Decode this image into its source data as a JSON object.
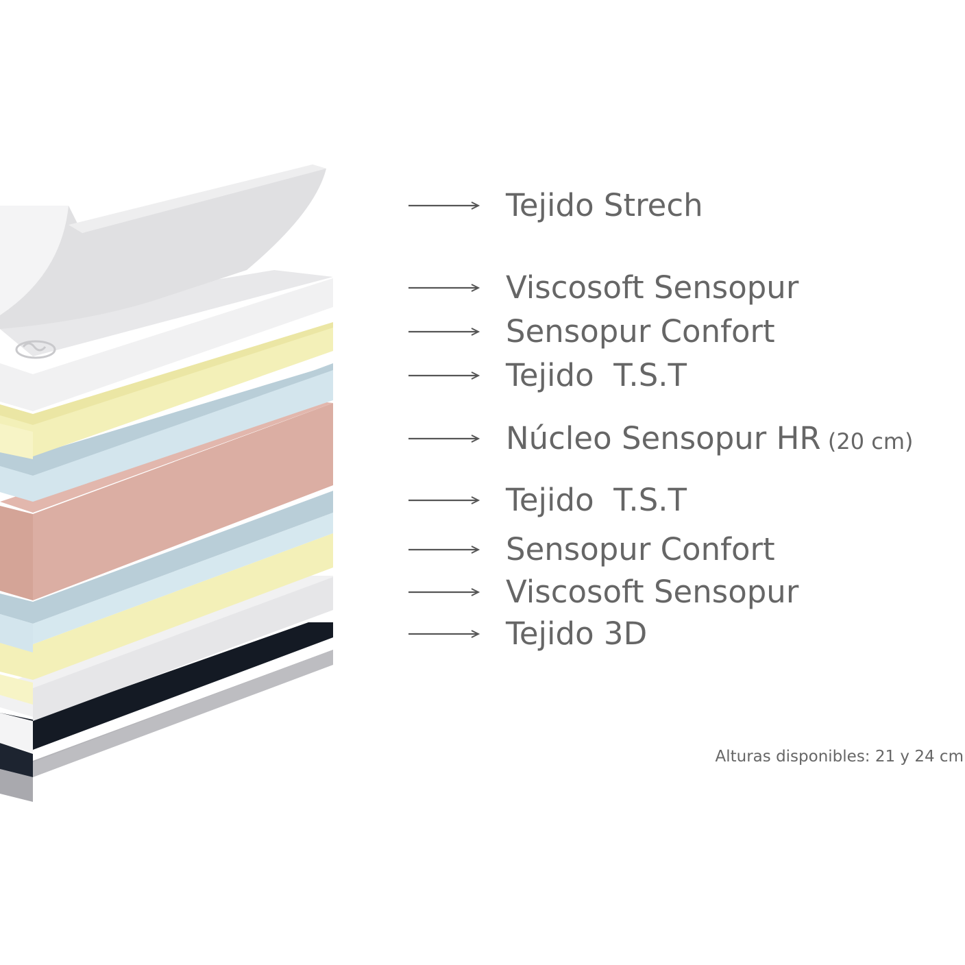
{
  "layers": [
    {
      "label": "Tejido Strech",
      "note": ""
    },
    {
      "label": "Viscosoft Sensopur",
      "note": ""
    },
    {
      "label": "Sensopur Confort",
      "note": ""
    },
    {
      "label": "Tejido  T.S.T",
      "note": ""
    },
    {
      "label": "Núcleo Sensopur HR",
      "note": "(20 cm)"
    },
    {
      "label": "Tejido  T.S.T",
      "note": ""
    },
    {
      "label": "Sensopur Confort",
      "note": ""
    },
    {
      "label": "Viscosoft Sensopur",
      "note": ""
    },
    {
      "label": "Tejido 3D",
      "note": ""
    }
  ],
  "availability": "Alturas disponibles: 21 y 24 cm",
  "colors": {
    "text": "#666666",
    "arrow": "#555555",
    "white_layer": "#f1f1f2",
    "white_side": "#e3e3e5",
    "yellow_layer": "#f3f0b8",
    "yellow_side": "#f7f4c6",
    "blue_layer": "#b9ced8",
    "blue_side": "#d3e5ed",
    "pink_layer": "#dbaea3",
    "black_layer": "#141a24",
    "grey_base": "#b4b4b8"
  }
}
